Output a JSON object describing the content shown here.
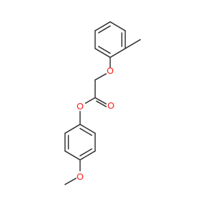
{
  "molecule": {
    "bond_color": "#3a3a3a",
    "heteroatom_color": "#ff0d0d",
    "atoms": {
      "o_ether_top": "O",
      "o_ester_single": "O",
      "o_carbonyl": "O",
      "o_methoxy": "O"
    }
  }
}
